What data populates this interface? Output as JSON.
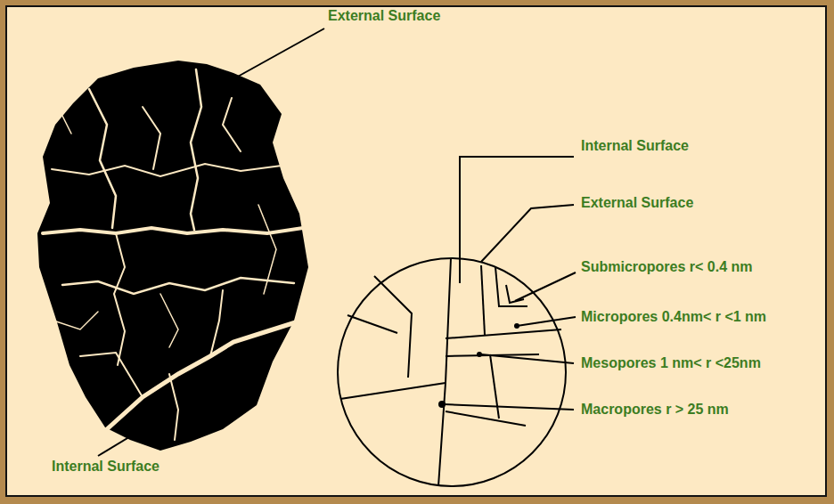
{
  "diagram": {
    "labels": [
      "External Surface",
      "Internal Surface",
      "Internal Surface",
      "External Surface",
      "Submicropores r< 0.4 nm",
      "Micropores 0.4nm< r <1 nm",
      "Mesopores 1 nm< r <25nm",
      "Macropores r > 25 nm"
    ]
  }
}
